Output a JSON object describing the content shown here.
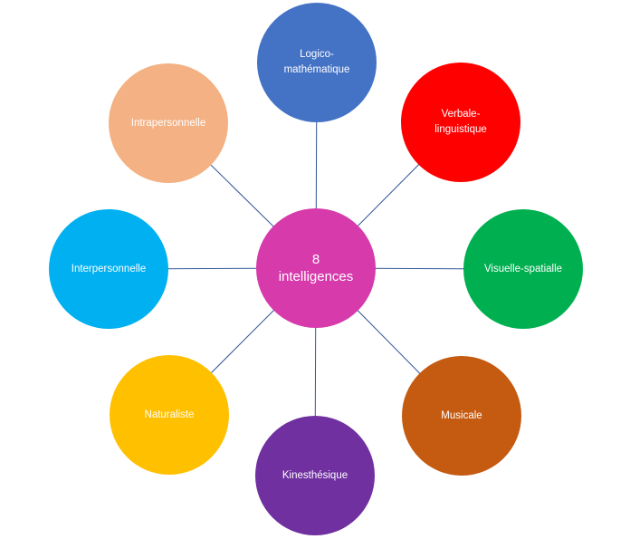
{
  "diagram": {
    "center": {
      "label": "8\nintelligences",
      "color": "#d63aab"
    },
    "nodes": [
      {
        "id": "logico",
        "label": "Logico-\nmathématique",
        "color": "#4472c4"
      },
      {
        "id": "verbale",
        "label": "Verbale-\nlinguistique",
        "color": "#ff0000"
      },
      {
        "id": "visuelle",
        "label": "Visuelle-spatialle",
        "color": "#00b050"
      },
      {
        "id": "musicale",
        "label": "Musicale",
        "color": "#c55a11"
      },
      {
        "id": "kinesthesique",
        "label": "Kinesthésique",
        "color": "#7030a0"
      },
      {
        "id": "naturaliste",
        "label": "Naturaliste",
        "color": "#ffc000"
      },
      {
        "id": "interpersonnelle",
        "label": "Interpersonnelle",
        "color": "#00b0f0"
      },
      {
        "id": "intrapersonnelle",
        "label": "Intrapersonnelle",
        "color": "#f4b183"
      }
    ],
    "connector_color": "#2f5597"
  }
}
